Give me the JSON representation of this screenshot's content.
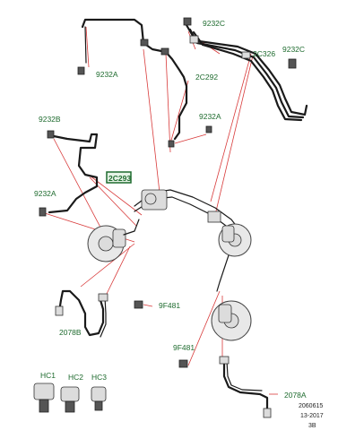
{
  "callouts": {
    "c1": "9232C",
    "c2": "2C326",
    "c3": "9232C",
    "c4": "9232A",
    "c5": "2C292",
    "c6": "9232A",
    "c7": "9232B",
    "c8": "2C293",
    "c9": "9232A",
    "c10": "9F481",
    "c11": "2078B",
    "c12": "9F481",
    "c13": "2078A",
    "c14": "HC1",
    "c15": "HC2",
    "c16": "HC3"
  },
  "reference": {
    "line1": "2060615",
    "line2": "13-2017",
    "line3": "3B"
  },
  "colors": {
    "callout_text": "#1e6b2e",
    "leader_line": "#d83a3a",
    "highlight_box": "#1e6b2e"
  }
}
